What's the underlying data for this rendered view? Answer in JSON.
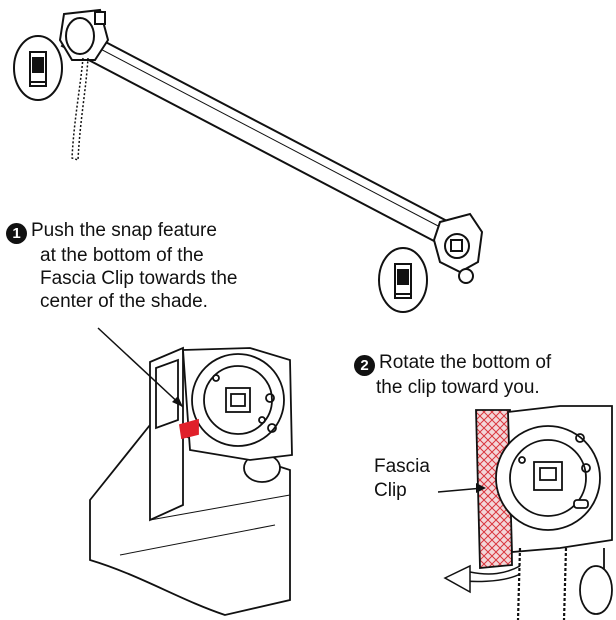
{
  "steps": [
    {
      "number": "1",
      "lines": [
        "Push the snap feature",
        "at the bottom of the",
        "Fascia Clip towards the",
        "center of the shade."
      ]
    },
    {
      "number": "2",
      "lines": [
        "Rotate the bottom of",
        "the clip toward you."
      ]
    }
  ],
  "callouts": {
    "fascia_clip": [
      "Fascia",
      "Clip"
    ]
  },
  "colors": {
    "line": "#111111",
    "highlight": "#e0202a",
    "hatch": "#d9363e"
  }
}
